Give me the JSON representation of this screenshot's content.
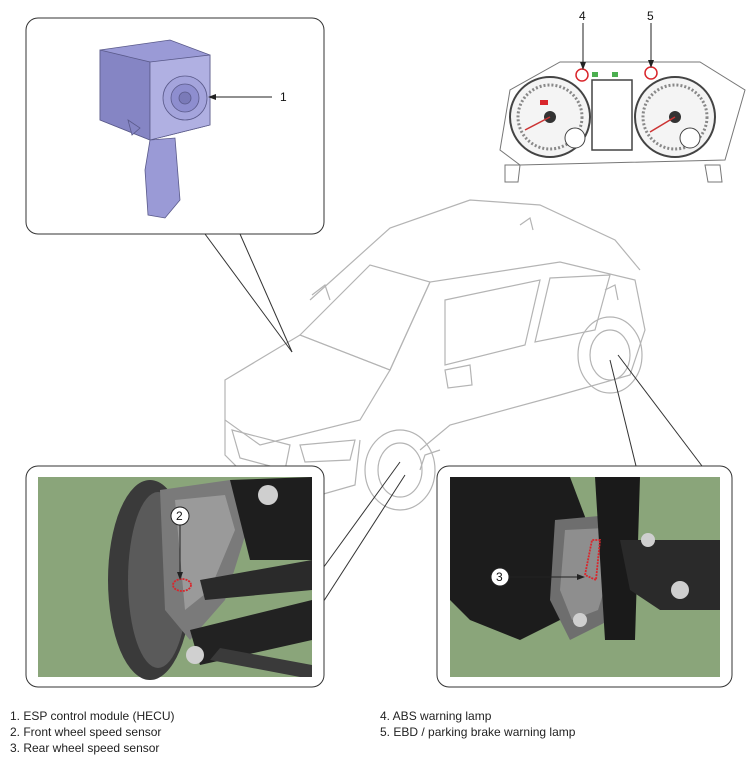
{
  "callouts": {
    "c1": "1",
    "c2": "2",
    "c3": "3",
    "c4": "4",
    "c5": "5"
  },
  "legend": {
    "left": [
      "1. ESP control module (HECU)",
      "2. Front wheel speed sensor",
      "3. Rear wheel speed sensor"
    ],
    "right": [
      "4. ABS warning lamp",
      "5. EBD / parking brake warning lamp"
    ]
  },
  "colors": {
    "module": "#9a9ad6",
    "photo_bg": "#8aa57a",
    "highlight": "#d9262c"
  }
}
